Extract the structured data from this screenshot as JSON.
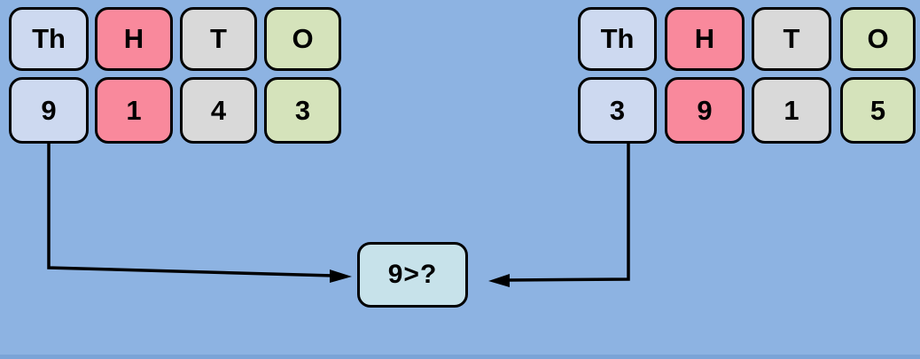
{
  "background": {
    "color": "#8DB3E2",
    "bottom_edge_color": "#7BA4D7"
  },
  "stroke_color": "#000000",
  "left_table": {
    "headers": [
      {
        "label": "Th",
        "color": "#CDD9F0"
      },
      {
        "label": "H",
        "color": "#F9899C"
      },
      {
        "label": "T",
        "color": "#D9D9D9"
      },
      {
        "label": "O",
        "color": "#D5E3BB"
      }
    ],
    "digits": [
      "9",
      "1",
      "4",
      "3"
    ]
  },
  "right_table": {
    "headers": [
      {
        "label": "Th",
        "color": "#CDD9F0"
      },
      {
        "label": "H",
        "color": "#F9899C"
      },
      {
        "label": "T",
        "color": "#D9D9D9"
      },
      {
        "label": "O",
        "color": "#D5E3BB"
      }
    ],
    "digits": [
      "3",
      "9",
      "1",
      "5"
    ]
  },
  "comparison": {
    "label": "9>?",
    "color": "#C7E2EA"
  }
}
